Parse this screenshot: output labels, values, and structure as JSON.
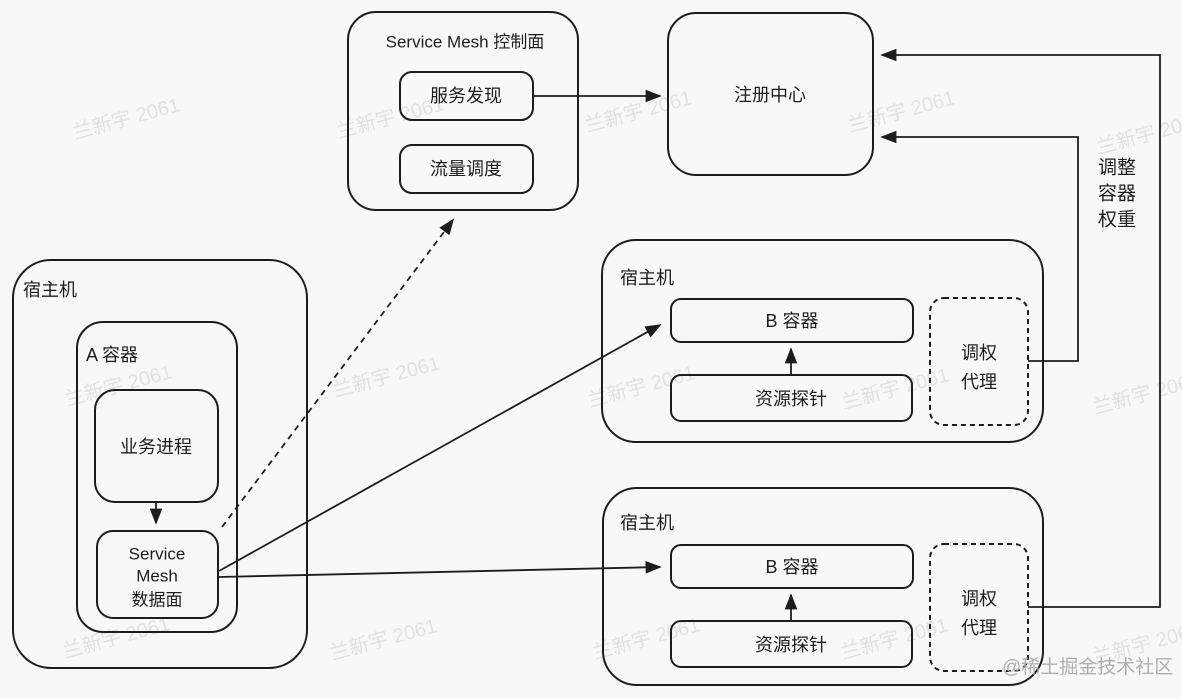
{
  "colors": {
    "background": "#f8f8f6",
    "line": "#1d1d1d",
    "text": "#1d1d1d",
    "watermark": "#cfcfcb",
    "site_watermark": "#a8a8a8"
  },
  "control_plane": {
    "title": "Service Mesh 控制面",
    "service_discovery": "服务发现",
    "traffic_scheduling": "流量调度"
  },
  "registry": {
    "label": "注册中心"
  },
  "left_host": {
    "label": "宿主机",
    "container_label": "A 容器",
    "process_label": "业务进程",
    "data_plane": {
      "line1": "Service",
      "line2": "Mesh",
      "line3": "数据面"
    }
  },
  "hosts": [
    {
      "label": "宿主机",
      "container_label": "B 容器",
      "probe_label": "资源探针",
      "agent": {
        "line1": "调权",
        "line2": "代理"
      }
    },
    {
      "label": "宿主机",
      "container_label": "B 容器",
      "probe_label": "资源探针",
      "agent": {
        "line1": "调权",
        "line2": "代理"
      }
    }
  ],
  "edge_label": {
    "line1": "调整",
    "line2": "容器",
    "line3": "权重"
  },
  "watermarks": {
    "author": "兰新宇 2061",
    "community": "@稀土掘金技术社区"
  }
}
